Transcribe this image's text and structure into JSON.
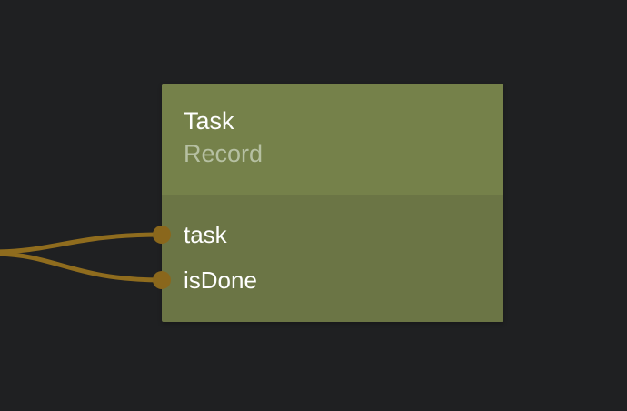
{
  "editor": {
    "background_color": "#1f2022"
  },
  "connections": {
    "color": "#8f6c1e",
    "wires": [
      {
        "to_port": "task"
      },
      {
        "to_port": "isDone"
      }
    ]
  },
  "node": {
    "title": "Task",
    "subtitle": "Record",
    "header_color": "#75814a",
    "body_color": "#6b7545",
    "socket_color": "#8a671c",
    "title_color": "#ffffff",
    "subtitle_color": "#b6c0a2",
    "label_color": "#ffffff",
    "inputs": [
      {
        "label": "task"
      },
      {
        "label": "isDone"
      }
    ]
  }
}
